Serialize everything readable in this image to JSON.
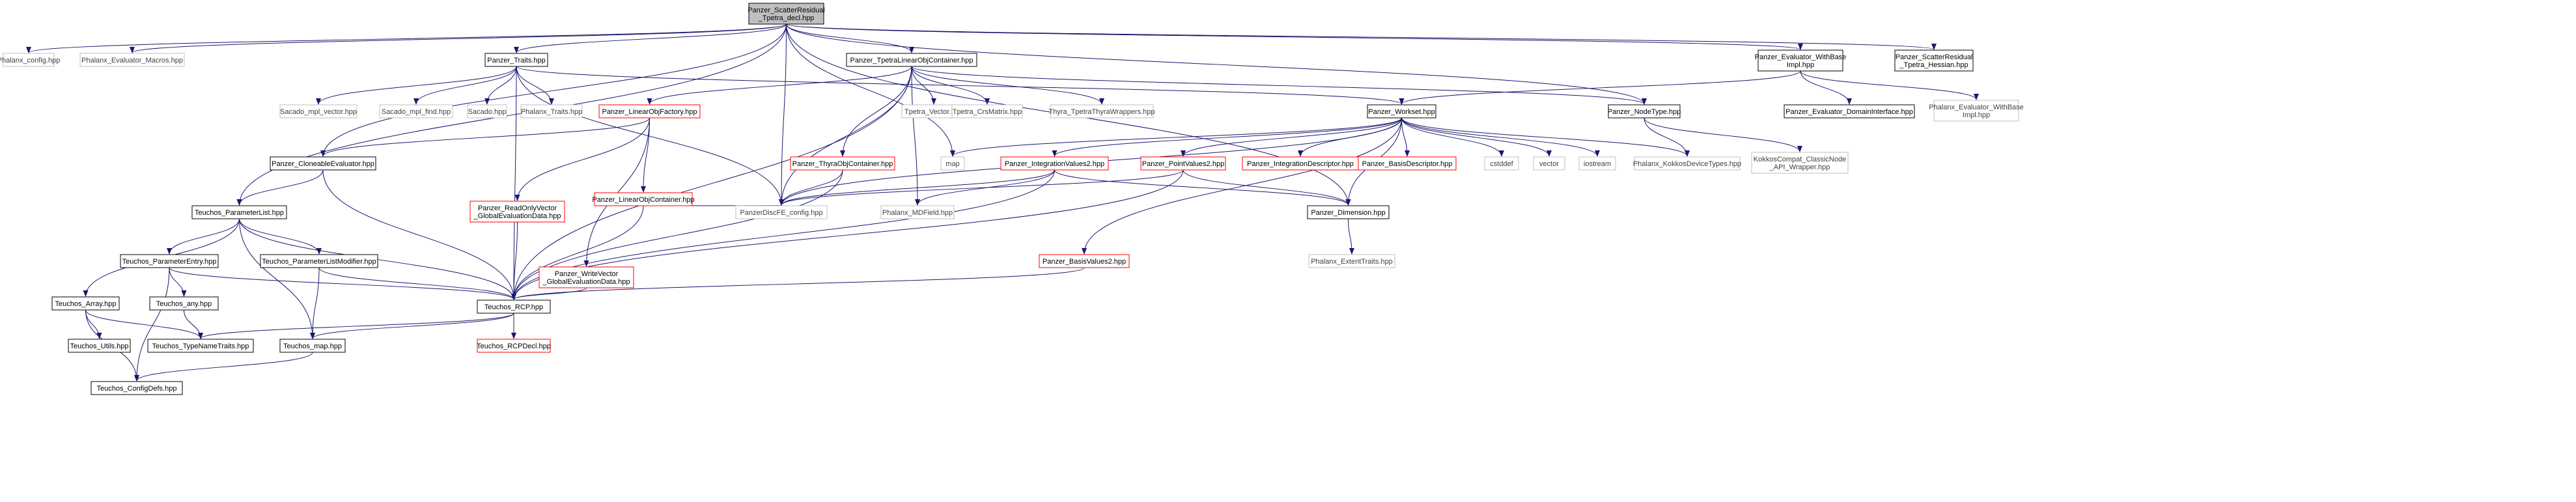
{
  "graph": {
    "colors": {
      "background": "#ffffff",
      "edge": "#191970",
      "root_fill": "#bfbfbf",
      "border_documented": "#000000",
      "border_external": "#bfbfbf",
      "border_truncated": "#ff0000",
      "text_documented": "#000000",
      "text_external": "#404040"
    },
    "nodes": [
      {
        "id": "root",
        "lines": [
          "Panzer_ScatterResidual",
          "_Tpetra_decl.hpp"
        ],
        "kind": "root"
      },
      {
        "id": "phalanx_config",
        "lines": [
          "Phalanx_config.hpp"
        ],
        "kind": "external"
      },
      {
        "id": "phalanx_eval_macros",
        "lines": [
          "Phalanx_Evaluator_Macros.hpp"
        ],
        "kind": "external"
      },
      {
        "id": "panzer_traits",
        "lines": [
          "Panzer_Traits.hpp"
        ],
        "kind": "documented"
      },
      {
        "id": "panzer_tpetra_loc",
        "lines": [
          "Panzer_TpetraLinearObjContainer.hpp"
        ],
        "kind": "documented"
      },
      {
        "id": "panzer_eval_wbi",
        "lines": [
          "Panzer_Evaluator_WithBase",
          "Impl.hpp"
        ],
        "kind": "documented"
      },
      {
        "id": "panzer_scatter_hessian",
        "lines": [
          "Panzer_ScatterResidual",
          "_Tpetra_Hessian.hpp"
        ],
        "kind": "documented"
      },
      {
        "id": "sacado_mpl_vector",
        "lines": [
          "Sacado_mpl_vector.hpp"
        ],
        "kind": "external"
      },
      {
        "id": "sacado_mpl_find",
        "lines": [
          "Sacado_mpl_find.hpp"
        ],
        "kind": "external"
      },
      {
        "id": "sacado",
        "lines": [
          "Sacado.hpp"
        ],
        "kind": "external"
      },
      {
        "id": "phalanx_traits",
        "lines": [
          "Phalanx_Traits.hpp"
        ],
        "kind": "external"
      },
      {
        "id": "panzer_lof",
        "lines": [
          "Panzer_LinearObjFactory.hpp"
        ],
        "kind": "truncated"
      },
      {
        "id": "tpetra_vector",
        "lines": [
          "Tpetra_Vector.hpp"
        ],
        "kind": "external"
      },
      {
        "id": "tpetra_crsmatrix",
        "lines": [
          "Tpetra_CrsMatrix.hpp"
        ],
        "kind": "external"
      },
      {
        "id": "thyra_tpetra_wrappers",
        "lines": [
          "Thyra_TpetraThyraWrappers.hpp"
        ],
        "kind": "external"
      },
      {
        "id": "panzer_workset",
        "lines": [
          "Panzer_Workset.hpp"
        ],
        "kind": "documented"
      },
      {
        "id": "panzer_nodetype",
        "lines": [
          "Panzer_NodeType.hpp"
        ],
        "kind": "documented"
      },
      {
        "id": "panzer_eval_domain_iface",
        "lines": [
          "Panzer_Evaluator_DomainInterface.hpp"
        ],
        "kind": "documented"
      },
      {
        "id": "phalanx_eval_wbi",
        "lines": [
          "Phalanx_Evaluator_WithBase",
          "Impl.hpp"
        ],
        "kind": "external"
      },
      {
        "id": "panzer_cloneable_eval",
        "lines": [
          "Panzer_CloneableEvaluator.hpp"
        ],
        "kind": "documented"
      },
      {
        "id": "panzer_thyra_oc",
        "lines": [
          "Panzer_ThyraObjContainer.hpp"
        ],
        "kind": "truncated"
      },
      {
        "id": "map_mid",
        "lines": [
          "map"
        ],
        "kind": "external"
      },
      {
        "id": "panzer_iv2",
        "lines": [
          "Panzer_IntegrationValues2.hpp"
        ],
        "kind": "truncated"
      },
      {
        "id": "panzer_pv2",
        "lines": [
          "Panzer_PointValues2.hpp"
        ],
        "kind": "truncated"
      },
      {
        "id": "panzer_int_desc",
        "lines": [
          "Panzer_IntegrationDescriptor.hpp"
        ],
        "kind": "truncated"
      },
      {
        "id": "panzer_basis_desc",
        "lines": [
          "Panzer_BasisDescriptor.hpp"
        ],
        "kind": "truncated"
      },
      {
        "id": "cstddef",
        "lines": [
          "cstddef"
        ],
        "kind": "external"
      },
      {
        "id": "vector",
        "lines": [
          "vector"
        ],
        "kind": "external"
      },
      {
        "id": "iostream",
        "lines": [
          "iostream"
        ],
        "kind": "external"
      },
      {
        "id": "phalanx_kokkos_dt",
        "lines": [
          "Phalanx_KokkosDeviceTypes.hpp"
        ],
        "kind": "external"
      },
      {
        "id": "kokkos_compat",
        "lines": [
          "KokkosCompat_ClassicNode",
          "_API_Wrapper.hpp"
        ],
        "kind": "external"
      },
      {
        "id": "teuchos_paramlist",
        "lines": [
          "Teuchos_ParameterList.hpp"
        ],
        "kind": "documented"
      },
      {
        "id": "panzer_ro_vector",
        "lines": [
          "Panzer_ReadOnlyVector",
          "_GlobalEvaluationData.hpp"
        ],
        "kind": "truncated"
      },
      {
        "id": "panzer_loc",
        "lines": [
          "Panzer_LinearObjContainer.hpp"
        ],
        "kind": "truncated"
      },
      {
        "id": "panzer_discfe_config",
        "lines": [
          "PanzerDiscFE_config.hpp"
        ],
        "kind": "external"
      },
      {
        "id": "phalanx_mdfield",
        "lines": [
          "Phalanx_MDField.hpp"
        ],
        "kind": "external"
      },
      {
        "id": "panzer_dimension",
        "lines": [
          "Panzer_Dimension.hpp"
        ],
        "kind": "documented"
      },
      {
        "id": "teuchos_param_entry",
        "lines": [
          "Teuchos_ParameterEntry.hpp"
        ],
        "kind": "documented"
      },
      {
        "id": "teuchos_plm",
        "lines": [
          "Teuchos_ParameterListModifier.hpp"
        ],
        "kind": "documented"
      },
      {
        "id": "panzer_wo_vector",
        "lines": [
          "Panzer_WriteVector",
          "_GlobalEvaluationData.hpp"
        ],
        "kind": "truncated"
      },
      {
        "id": "panzer_bv2",
        "lines": [
          "Panzer_BasisValues2.hpp"
        ],
        "kind": "truncated"
      },
      {
        "id": "phalanx_extent_traits",
        "lines": [
          "Phalanx_ExtentTraits.hpp"
        ],
        "kind": "external"
      },
      {
        "id": "teuchos_any",
        "lines": [
          "Teuchos_any.hpp"
        ],
        "kind": "documented"
      },
      {
        "id": "teuchos_array",
        "lines": [
          "Teuchos_Array.hpp"
        ],
        "kind": "documented"
      },
      {
        "id": "teuchos_rcp",
        "lines": [
          "Teuchos_RCP.hpp"
        ],
        "kind": "documented"
      },
      {
        "id": "teuchos_utils",
        "lines": [
          "Teuchos_Utils.hpp"
        ],
        "kind": "documented"
      },
      {
        "id": "teuchos_tnt",
        "lines": [
          "Teuchos_TypeNameTraits.hpp"
        ],
        "kind": "documented"
      },
      {
        "id": "teuchos_map",
        "lines": [
          "Teuchos_map.hpp"
        ],
        "kind": "documented"
      },
      {
        "id": "teuchos_rcpdecl",
        "lines": [
          "Teuchos_RCPDecl.hpp"
        ],
        "kind": "truncated"
      },
      {
        "id": "teuchos_configdefs",
        "lines": [
          "Teuchos_ConfigDefs.hpp"
        ],
        "kind": "documented"
      }
    ]
  }
}
